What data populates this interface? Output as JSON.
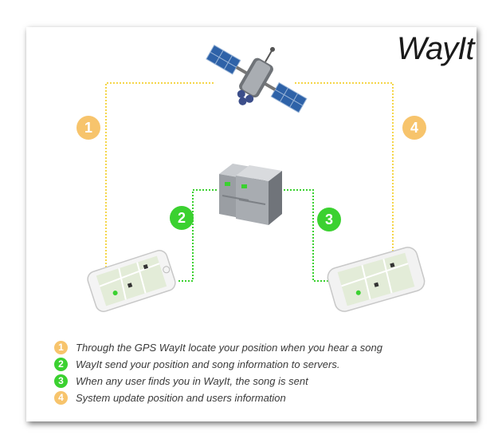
{
  "brand": {
    "title": "WayIt"
  },
  "colors": {
    "yellow": "#f7c46c",
    "green": "#3bd130",
    "yellow_line": "#f5d64a",
    "green_line": "#3bd130"
  },
  "steps": [
    {
      "number": "1",
      "color": "#f7c46c",
      "text": "Through the GPS WayIt locate your position when you hear a song"
    },
    {
      "number": "2",
      "color": "#3bd130",
      "text": "WayIt send your position and song information to servers."
    },
    {
      "number": "3",
      "color": "#3bd130",
      "text": "When any user finds you in WayIt, the song is sent"
    },
    {
      "number": "4",
      "color": "#f7c46c",
      "text": "System update position and users information"
    }
  ],
  "icons": {
    "satellite": "satellite-icon",
    "server": "server-icon",
    "phone_left": "smartphone-icon",
    "phone_right": "smartphone-icon"
  }
}
